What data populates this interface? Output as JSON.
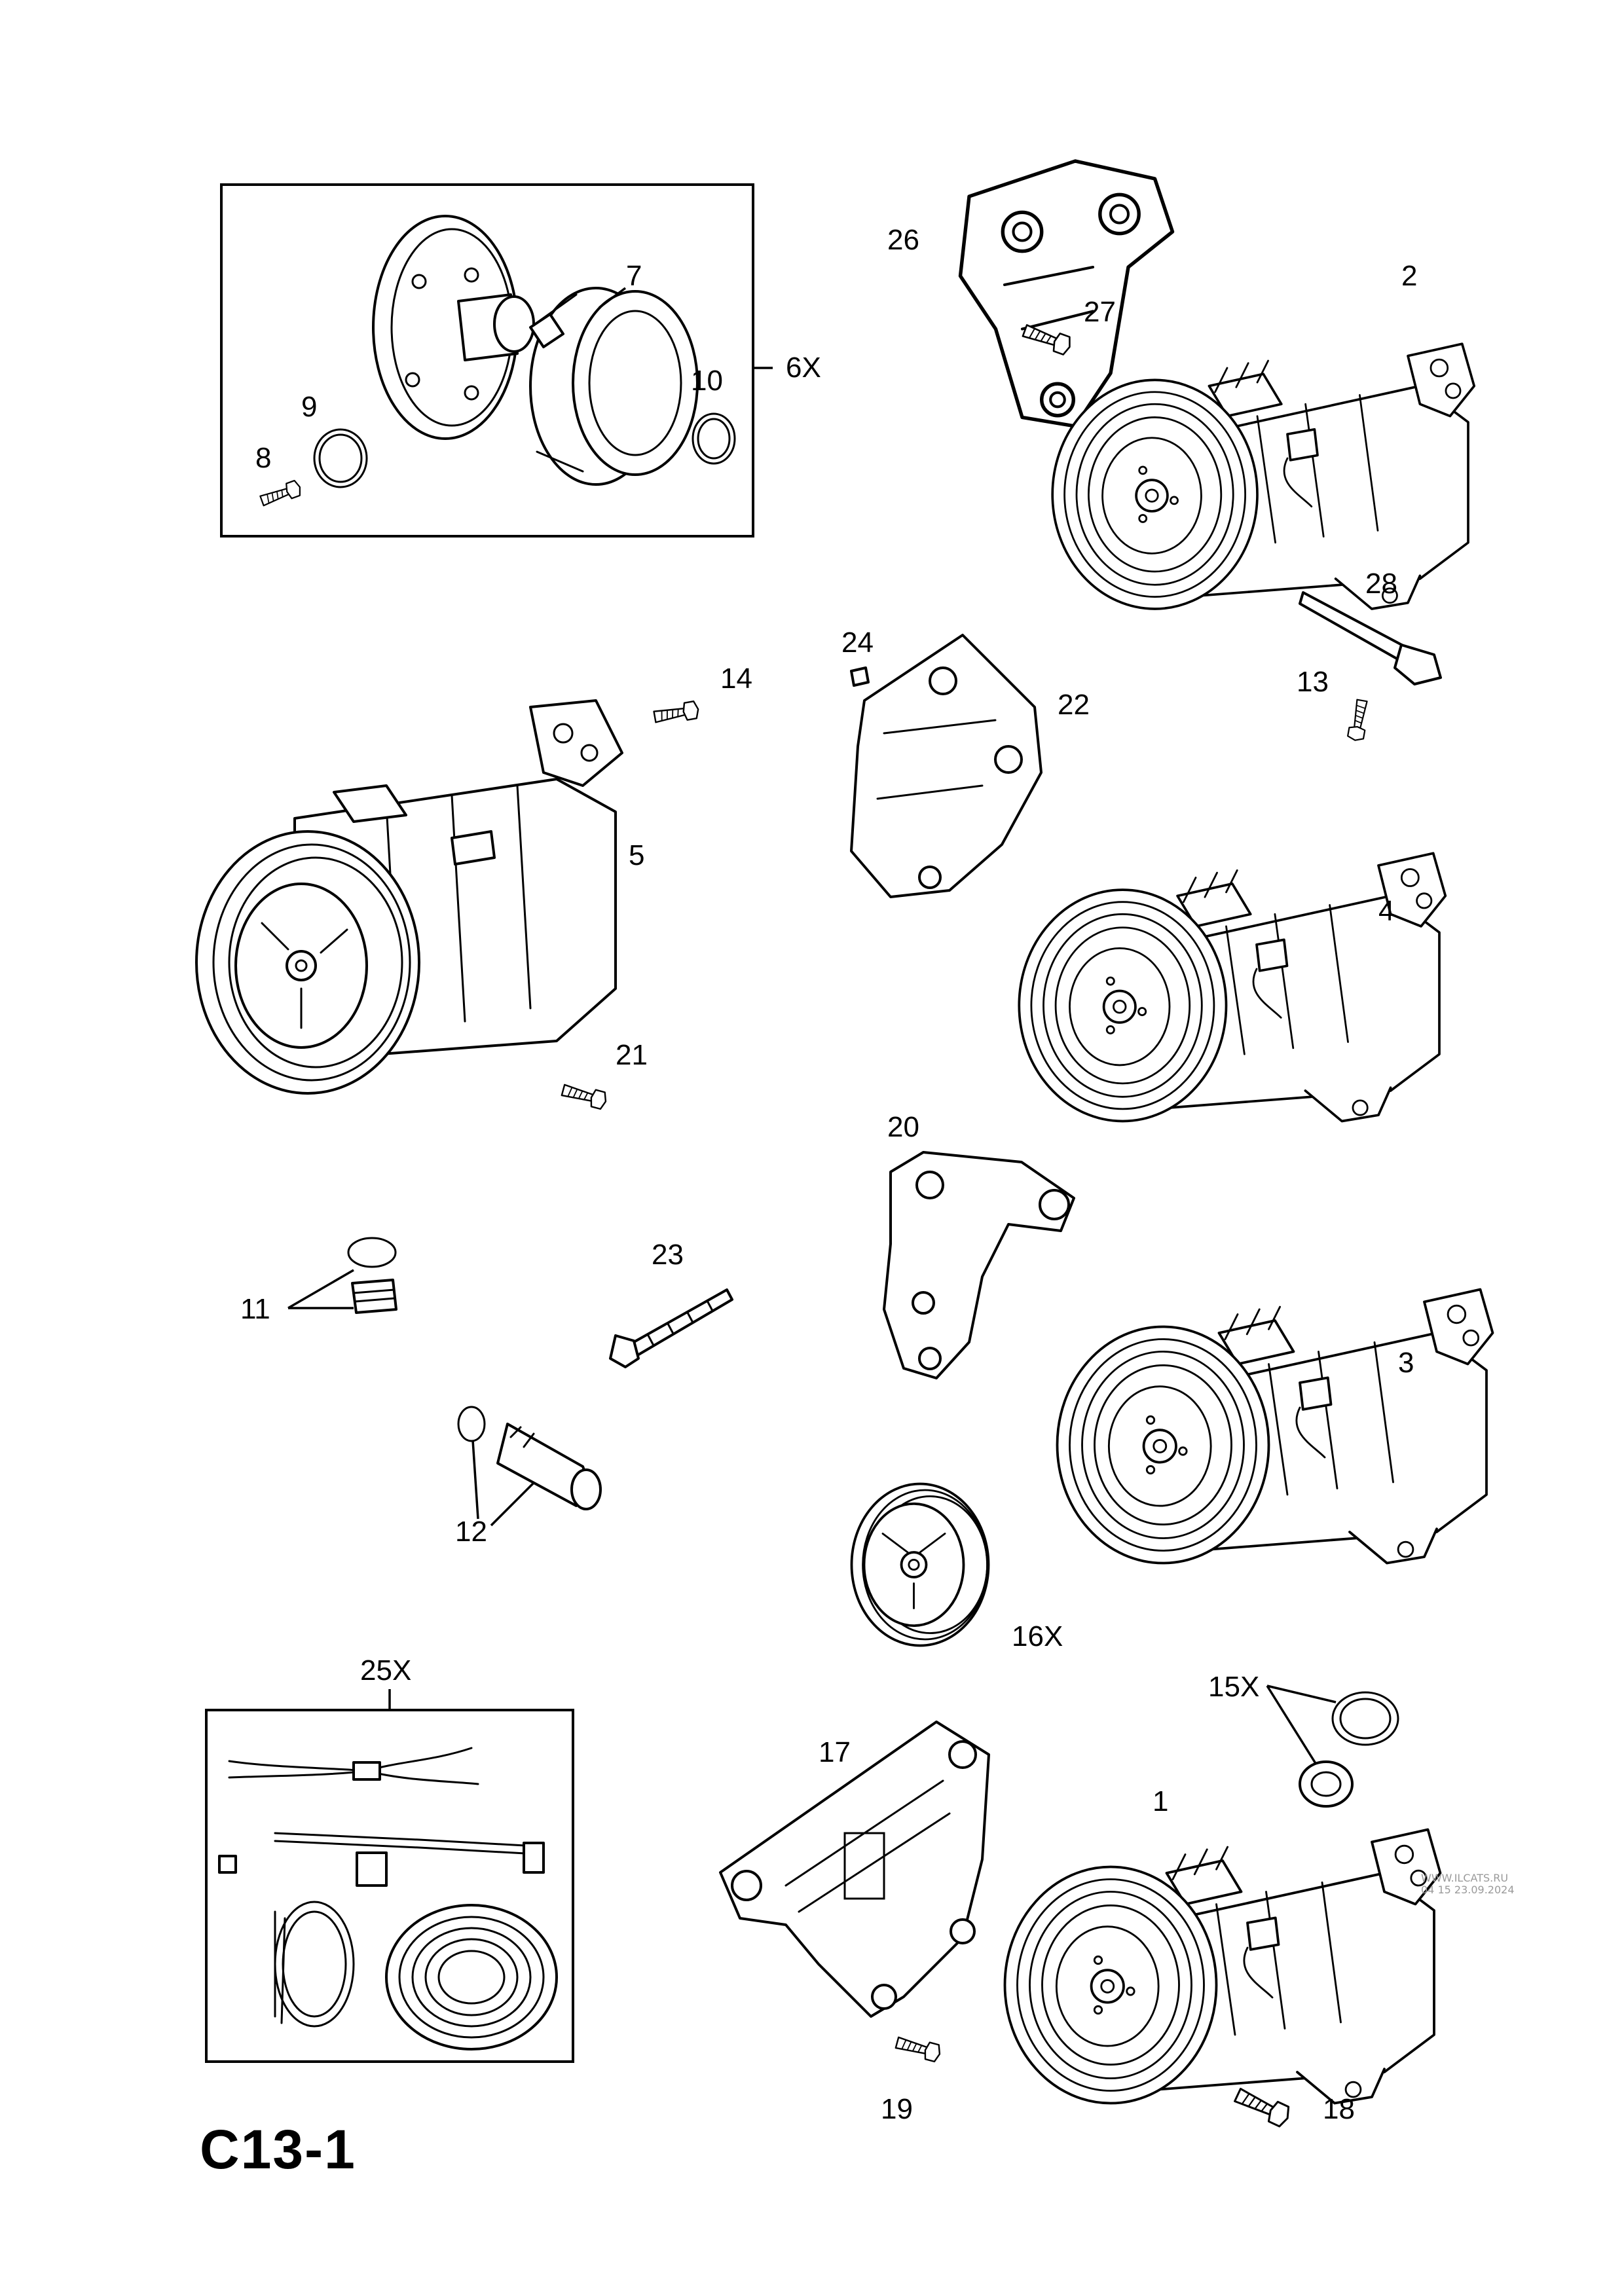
{
  "sheet_code": "C13-1",
  "watermark": [
    "WWW.ILCATS.RU",
    "04 15 23.09.2024"
  ],
  "callouts": {
    "p1": "1",
    "p2": "2",
    "p3": "3",
    "p4": "4",
    "p5": "5",
    "p6": "6X",
    "p7": "7",
    "p8": "8",
    "p9": "9",
    "p10": "10",
    "p11": "11",
    "p12": "12",
    "p13": "13",
    "p14": "14",
    "p15": "15X",
    "p16": "16X",
    "p17": "17",
    "p18": "18",
    "p19": "19",
    "p20": "20",
    "p21": "21",
    "p22": "22",
    "p23": "23",
    "p24": "24",
    "p25": "25X",
    "p26": "26",
    "p27": "27",
    "p28": "28"
  },
  "parts": [
    {
      "ref": "1",
      "depicts": "compressor"
    },
    {
      "ref": "2",
      "depicts": "compressor"
    },
    {
      "ref": "3",
      "depicts": "compressor"
    },
    {
      "ref": "4",
      "depicts": "compressor"
    },
    {
      "ref": "5",
      "depicts": "compressor"
    },
    {
      "ref": "6X",
      "depicts": "clutch kit"
    },
    {
      "ref": "7",
      "depicts": "clutch coil"
    },
    {
      "ref": "8",
      "depicts": "bolt"
    },
    {
      "ref": "9",
      "depicts": "snap ring"
    },
    {
      "ref": "10",
      "depicts": "circlip"
    },
    {
      "ref": "11",
      "depicts": "plug and seal"
    },
    {
      "ref": "12",
      "depicts": "pressure valve and o-ring"
    },
    {
      "ref": "13",
      "depicts": "bolt"
    },
    {
      "ref": "14",
      "depicts": "bolt"
    },
    {
      "ref": "15X",
      "depicts": "seal kit"
    },
    {
      "ref": "16X",
      "depicts": "pulley"
    },
    {
      "ref": "17",
      "depicts": "bracket"
    },
    {
      "ref": "18",
      "depicts": "bolt"
    },
    {
      "ref": "19",
      "depicts": "bolt"
    },
    {
      "ref": "20",
      "depicts": "bracket"
    },
    {
      "ref": "21",
      "depicts": "bolt"
    },
    {
      "ref": "22",
      "depicts": "bracket"
    },
    {
      "ref": "23",
      "depicts": "bolt"
    },
    {
      "ref": "24",
      "depicts": "dowel"
    },
    {
      "ref": "25X",
      "depicts": "wiring repair kit"
    },
    {
      "ref": "26",
      "depicts": "bracket"
    },
    {
      "ref": "27",
      "depicts": "bolt"
    },
    {
      "ref": "28",
      "depicts": "bolt"
    }
  ]
}
